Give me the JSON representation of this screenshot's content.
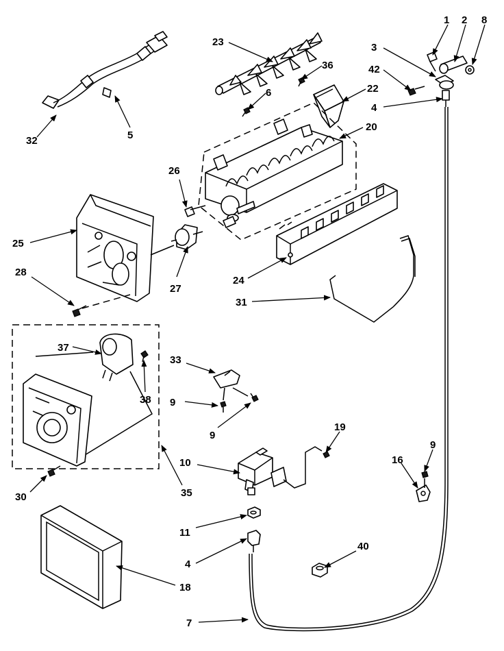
{
  "labels": {
    "p1": "1",
    "p2": "2",
    "p8": "8",
    "p3": "3",
    "p42": "42",
    "p4a": "4",
    "p23": "23",
    "p36": "36",
    "p6": "6",
    "p22": "22",
    "p20": "20",
    "p32": "32",
    "p5": "5",
    "p26": "26",
    "p25": "25",
    "p27": "27",
    "p24": "24",
    "p28": "28",
    "p31": "31",
    "p37": "37",
    "p38": "38",
    "p33": "33",
    "p9a": "9",
    "p9b": "9",
    "p19": "19",
    "p9c": "9",
    "p16": "16",
    "p10": "10",
    "p35": "35",
    "p30": "30",
    "p11": "11",
    "p4b": "4",
    "p40": "40",
    "p18": "18",
    "p7": "7"
  }
}
